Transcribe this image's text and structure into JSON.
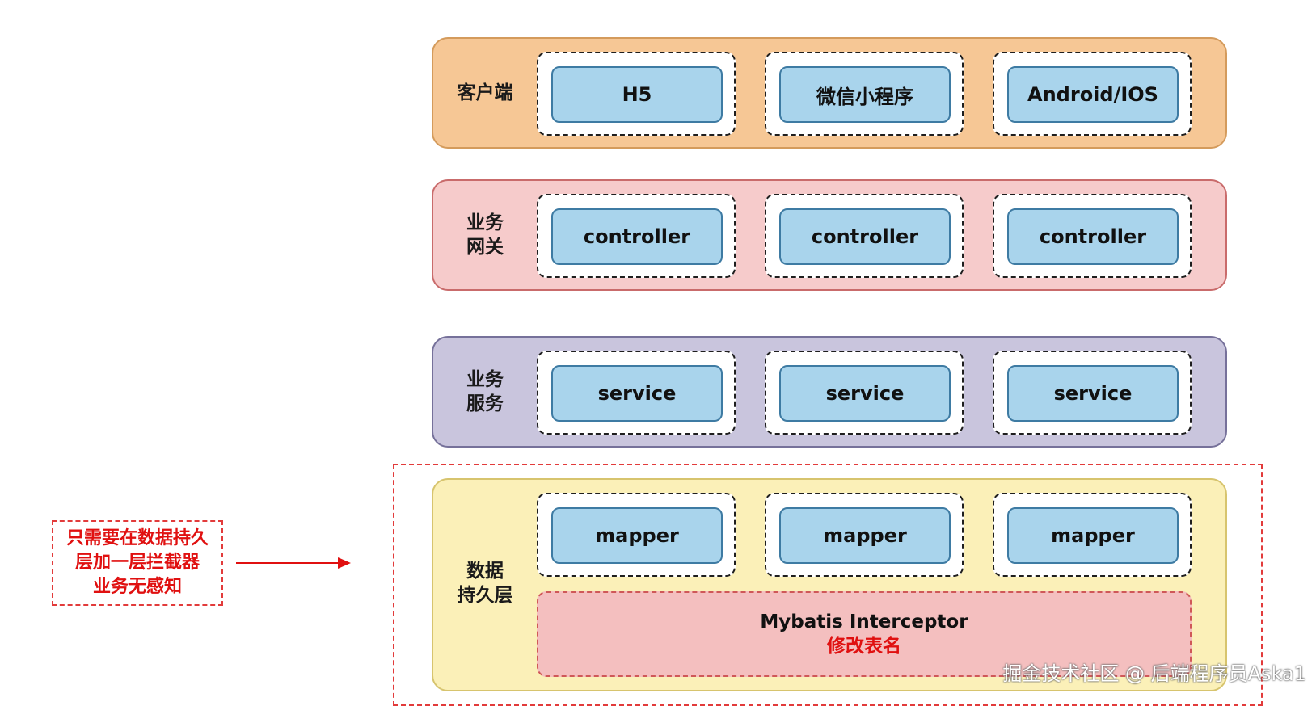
{
  "layers": {
    "client": {
      "label": "客户端",
      "items": [
        "H5",
        "微信小程序",
        "Android/IOS"
      ]
    },
    "gateway": {
      "label": "业务\n网关",
      "items": [
        "controller",
        "controller",
        "controller"
      ]
    },
    "service": {
      "label": "业务\n服务",
      "items": [
        "service",
        "service",
        "service"
      ]
    },
    "data": {
      "label": "数据\n持久层",
      "items": [
        "mapper",
        "mapper",
        "mapper"
      ],
      "interceptor": {
        "title": "Mybatis Interceptor",
        "subtitle": "修改表名"
      }
    }
  },
  "note": {
    "text": "只需要在数据持久\n层加一层拦截器\n业务无感知"
  },
  "watermark": "掘金技术社区 @ 后端程序员Aska1",
  "colors": {
    "client": "#f6c795",
    "gateway": "#f6cbcb",
    "service": "#c9c5dd",
    "data": "#fbf0b8",
    "component": "#a9d4ec",
    "interceptor": "#f4bfbf",
    "highlight": "#e23b3b"
  }
}
